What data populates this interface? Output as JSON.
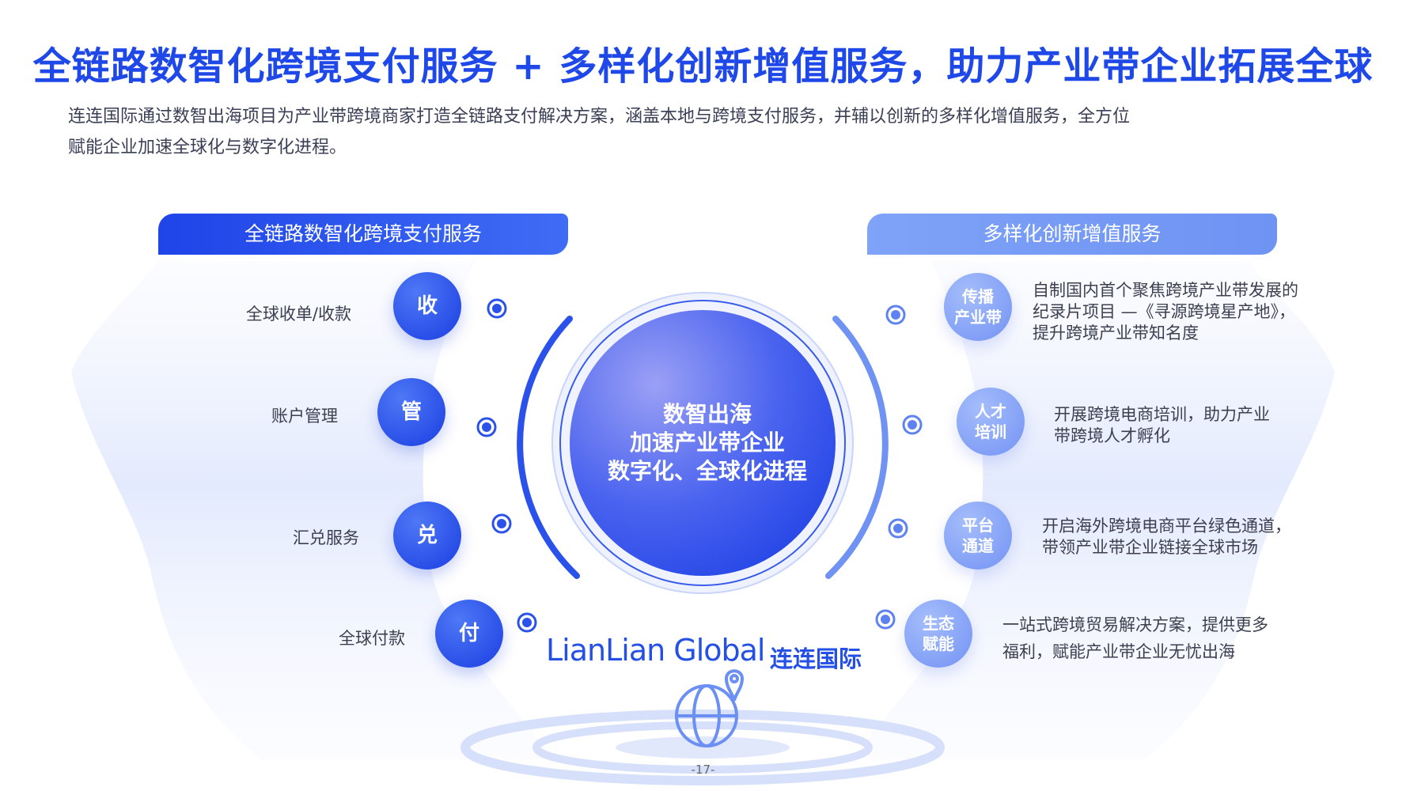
{
  "title": "全链路数智化跨境支付服务 + 多样化创新增值服务，助力产业带企业拓展全球",
  "intro": {
    "line1": "连连国际通过数智出海项目为产业带跨境商家打造全链路支付解决方案，涵盖本地与跨境支付服务，并辅以创新的多样化增值服务，全方位",
    "line2": "赋能企业加速全球化与数字化进程。"
  },
  "left_panel": {
    "title": "全链路数智化跨境支付服务",
    "items": [
      {
        "label": "全球收单/收款",
        "char": "收"
      },
      {
        "label": "账户管理",
        "char": "管"
      },
      {
        "label": "汇兑服务",
        "char": "兑"
      },
      {
        "label": "全球付款",
        "char": "付"
      }
    ]
  },
  "right_panel": {
    "title": "多样化创新增值服务",
    "items": [
      {
        "line1": "传播",
        "line2": "产业带",
        "desc1": "自制国内首个聚焦跨境产业带发展的",
        "desc2": "纪录片项目 —《寻源跨境星产地》，",
        "desc3": "提升跨境产业带知名度"
      },
      {
        "line1": "人才",
        "line2": "培训",
        "desc1": "开展跨境电商培训，助力产业",
        "desc2": "带跨境人才孵化"
      },
      {
        "line1": "平台",
        "line2": "通道",
        "desc1": "开启海外跨境电商平台绿色通道，",
        "desc2": "带领产业带企业链接全球市场"
      },
      {
        "line1": "生态",
        "line2": "赋能",
        "desc1": "一站式跨境贸易解决方案，提供更多",
        "desc2": "福利，赋能产业带企业无忧出海"
      }
    ]
  },
  "center": {
    "line1": "数智出海",
    "line2": "加速产业带企业",
    "line3": "数字化、全球化进程"
  },
  "logo": {
    "en": "LianLian Global",
    "cn": "连连国际"
  },
  "page_number": "-17-",
  "colors": {
    "primary": "#1f48e8",
    "secondary": "#7393f4",
    "text": "#3b3f4f"
  }
}
